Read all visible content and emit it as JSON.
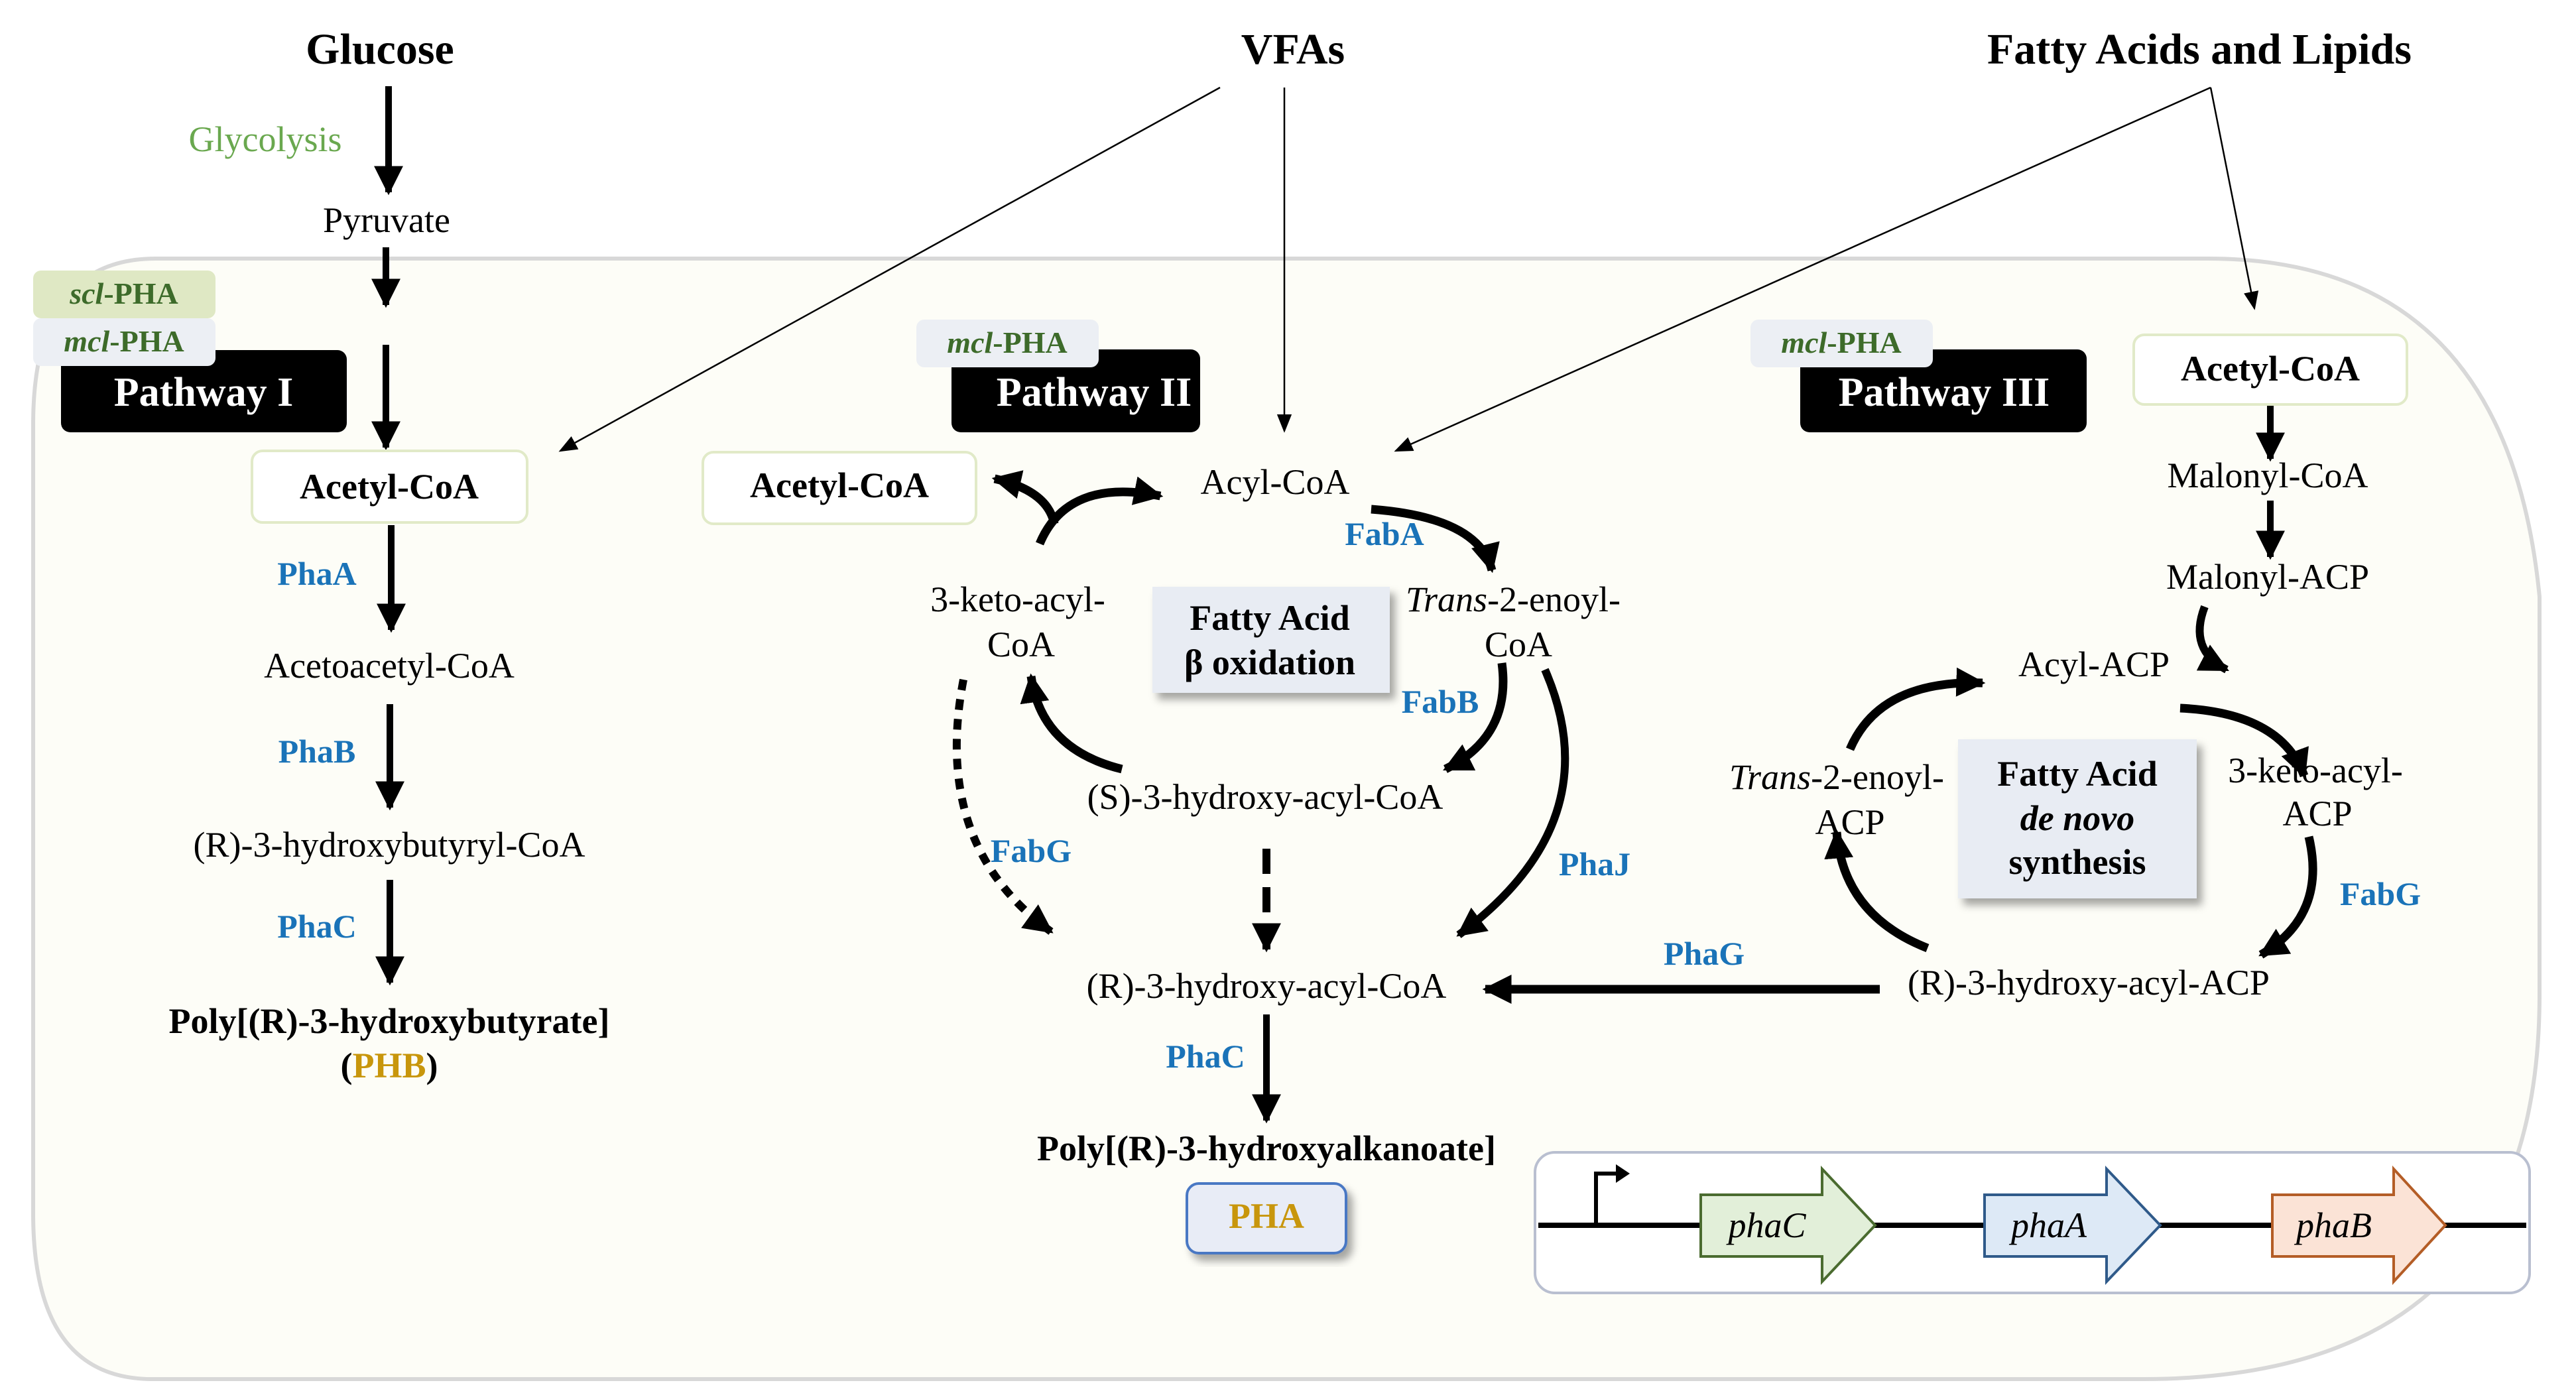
{
  "sources": {
    "glucose": "Glucose",
    "vfas": "VFAs",
    "fatty_acids": "Fatty Acids and Lipids"
  },
  "glycolysis_label": "Glycolysis",
  "pyruvate": "Pyruvate",
  "badges": {
    "scl_italic": "scl",
    "mcl_italic": "mcl",
    "pha_suffix": "-PHA"
  },
  "pathway_1": {
    "label": "Pathway I",
    "acetyl_coa": "Acetyl-CoA",
    "enzyme_1": "PhaA",
    "acetoacetyl_coa": "Acetoacetyl-CoA",
    "enzyme_2": "PhaB",
    "hydroxybutyryl_coa": "(R)-3-hydroxybutyryl-CoA",
    "enzyme_3": "PhaC",
    "product_line1": "Poly[(R)-3-hydroxybutyrate]",
    "product_open": "(",
    "product_abbr": "PHB",
    "product_close": ")"
  },
  "pathway_2": {
    "label": "Pathway II",
    "acetyl_coa": "Acetyl-CoA",
    "acyl_coa": "Acyl-CoA",
    "enzyme_faba": "FabA",
    "trans_enoyl_italic": "Trans",
    "trans_enoyl_rest": "-2-enoyl-",
    "trans_enoyl_line2": "CoA",
    "keto_acyl_line1": "3-keto-acyl-",
    "keto_acyl_line2": "CoA",
    "cycle_line1": "Fatty Acid",
    "cycle_line2": "β oxidation",
    "enzyme_fabb": "FabB",
    "s_hydroxy": "(S)-3-hydroxy-acyl-CoA",
    "enzyme_fabg": "FabG",
    "enzyme_phaj": "PhaJ",
    "r_hydroxy": "(R)-3-hydroxy-acyl-CoA",
    "enzyme_phac": "PhaC",
    "product": "Poly[(R)-3-hydroxyalkanoate]",
    "product_abbr": "PHA"
  },
  "pathway_3": {
    "label": "Pathway III",
    "acetyl_coa": "Acetyl-CoA",
    "malonyl_coa": "Malonyl-CoA",
    "malonyl_acp": "Malonyl-ACP",
    "acyl_acp": "Acyl-ACP",
    "keto_acyl_line1": "3-keto-acyl-",
    "keto_acyl_line2": "ACP",
    "trans_enoyl_italic": "Trans",
    "trans_enoyl_rest": "-2-enoyl-",
    "trans_enoyl_line2": "ACP",
    "cycle_line1": "Fatty Acid",
    "cycle_line2": "de novo",
    "cycle_line3": "synthesis",
    "enzyme_fabg": "FabG",
    "r_hydroxy_acp": "(R)-3-hydroxy-acyl-ACP",
    "enzyme_phag": "PhaG"
  },
  "operon": {
    "genes": [
      "phaC",
      "phaA",
      "phaB"
    ],
    "colors": {
      "phaC": {
        "fill": "#e2efd9",
        "stroke": "#4a6b2f"
      },
      "phaA": {
        "fill": "#dde9f6",
        "stroke": "#2f5a8a"
      },
      "phaB": {
        "fill": "#fbe3d6",
        "stroke": "#b45d26"
      }
    }
  },
  "colors": {
    "enzyme_blue": "#1a73b8",
    "glycolysis_green": "#6aa84f",
    "product_gold": "#c8960c",
    "badge_text_green": "#3d6b2a",
    "cell_background": "#fdfdf7"
  }
}
